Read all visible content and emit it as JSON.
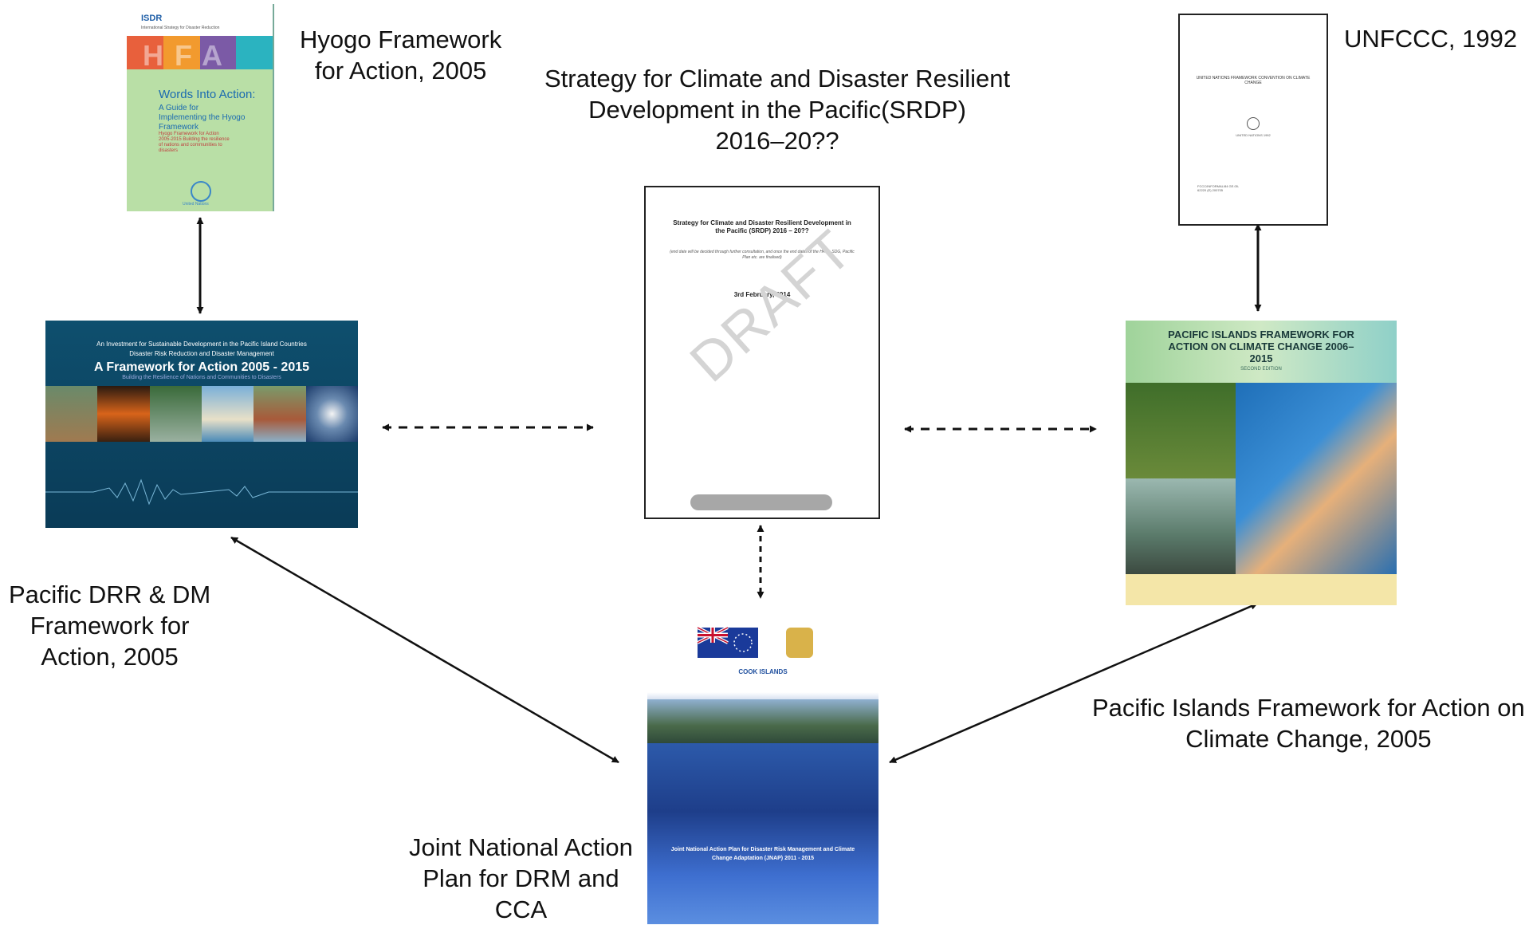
{
  "captions": {
    "hfa": [
      "Hyogo Framework",
      "for Action, 2005"
    ],
    "srdp": [
      "Strategy for Climate and Disaster Resilient",
      "Development in the Pacific(SRDP)",
      "2016–20??"
    ],
    "unfccc": [
      "UNFCCC, 1992"
    ],
    "drr": [
      "Pacific DRR & DM",
      "Framework for",
      "Action, 2005"
    ],
    "pifacc": [
      "Pacific Islands Framework for Action on",
      "Climate Change, 2005"
    ],
    "jnap": [
      "Joint National Action",
      "Plan for DRM and",
      "CCA"
    ]
  },
  "covers": {
    "hfa": {
      "org": "ISDR",
      "org_sub": "International Strategy for Disaster Reduction",
      "banner": "HFA",
      "title": "Words Into Action:",
      "subtitle": "A Guide for Implementing the Hyogo Framework",
      "note": "Hyogo Framework for Action 2005-2015 Building the resilience of nations and communities to disasters",
      "publisher": "United Nations"
    },
    "drr": {
      "line1": "An Investment for Sustainable Development in the Pacific Island Countries",
      "line2": "Disaster Risk Reduction and Disaster Management",
      "title": "A Framework for Action 2005 - 2015",
      "tagline": "Building the Resilience of Nations and Communities to Disasters"
    },
    "srdp": {
      "heading": "Strategy for Climate and Disaster Resilient Development in the Pacific (SRDP) 2016 – 20??",
      "note": "(end date will be decided through further consultation, and once the end dates of the HFA2, SDG, Pacific Plan etc. are finalised)",
      "date": "3rd February, 2014",
      "watermark": "DRAFT"
    },
    "unfccc": {
      "heading": "UNITED NATIONS FRAMEWORK CONVENTION ON CLIMATE CHANGE",
      "sub": "UNITED NATIONS 1992",
      "footer": "FCCC/INFORMAL/84 GE.05-62220 (E) 200705"
    },
    "pifacc": {
      "title": "PACIFIC ISLANDS FRAMEWORK FOR ACTION ON CLIMATE CHANGE 2006–2015",
      "edition": "SECOND EDITION"
    },
    "jnap": {
      "country": "COOK ISLANDS",
      "title": "Joint National Action Plan for Disaster Risk Management and Climate Change Adaptation (JNAP) 2011 - 2015"
    }
  },
  "colors": {
    "arrow": "#111111",
    "hfa_band": [
      "#e8603c",
      "#f29a2e",
      "#7b5aa6",
      "#2bb3c0"
    ],
    "drr_bg": "#0e4f6e",
    "jnap_sea": "#1e3e8a"
  },
  "links": [
    {
      "from": "hfa",
      "to": "drr",
      "style": "solid"
    },
    {
      "from": "drr",
      "to": "srdp",
      "style": "dashed"
    },
    {
      "from": "srdp",
      "to": "pifacc",
      "style": "dashed"
    },
    {
      "from": "unfccc",
      "to": "pifacc",
      "style": "solid"
    },
    {
      "from": "srdp",
      "to": "jnap",
      "style": "dashed"
    },
    {
      "from": "drr",
      "to": "jnap",
      "style": "solid"
    },
    {
      "from": "pifacc",
      "to": "jnap",
      "style": "solid"
    }
  ]
}
